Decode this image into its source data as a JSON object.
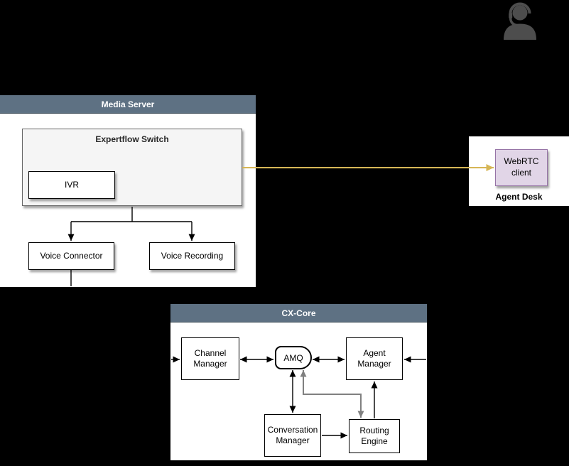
{
  "colors": {
    "background": "#000000",
    "container_header": "#5E7183",
    "yellow_connector": "#D6B656",
    "gray_connector": "#808080",
    "black_connector": "#000000",
    "webrtc_fill": "#E1D5E7",
    "webrtc_border": "#9673A6",
    "switch_fill": "#F5F5F5",
    "agent_icon": "#4D4D4D"
  },
  "icons": {
    "agent": "agent-headset-icon"
  },
  "media_server": {
    "title": "Media Server",
    "switch_title": "Expertflow Switch",
    "ivr_label": "IVR",
    "voice_connector_label": "Voice Connector",
    "voice_recording_label": "Voice Recording"
  },
  "agent_desk": {
    "title": "Agent Desk",
    "webrtc_label": "WebRTC client"
  },
  "cx_core": {
    "title": "CX-Core",
    "channel_manager_label": "Channel Manager",
    "amq_label": "AMQ",
    "agent_manager_label": "Agent Manager",
    "conversation_manager_label": "Conversation Manager",
    "routing_engine_label": "Routing Engine"
  }
}
